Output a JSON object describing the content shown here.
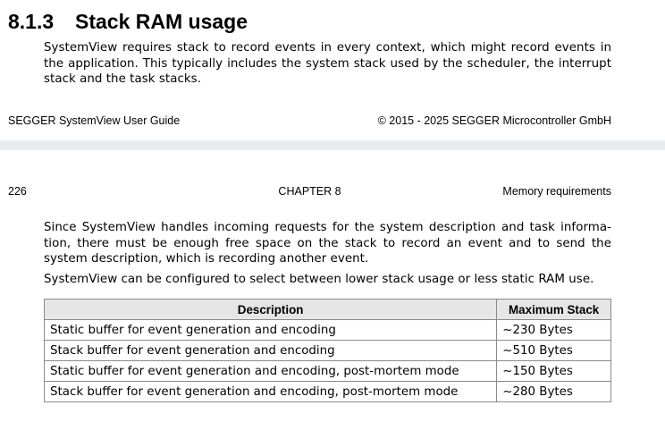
{
  "section": {
    "number": "8.1.3",
    "title": "Stack RAM usage"
  },
  "intro": "SystemView requires stack to record events in every context, which might record events in the application. This typically includes the system stack used by the scheduler, the interrupt stack and the task stacks.",
  "footer": {
    "left": "SEGGER SystemView User Guide",
    "right": "© 2015 - 2025 SEGGER Microcontroller GmbH"
  },
  "page_header": {
    "page_number": "226",
    "chapter": "CHAPTER 8",
    "chapter_title": "Memory requirements"
  },
  "body": {
    "para1": "Since SystemView handles incoming requests for the system description and task informa-tion, there must be enough free space on the stack to record an event and to send the system description, which is recording another event.",
    "para2": "SystemView can be configured to select between lower stack usage or less static RAM use."
  },
  "table": {
    "headers": [
      "Description",
      "Maximum Stack"
    ],
    "rows": [
      [
        "Static buffer for event generation and encoding",
        "~230 Bytes"
      ],
      [
        "Stack buffer for event generation and encoding",
        "~510 Bytes"
      ],
      [
        "Static buffer for event generation and encoding, post-mortem mode",
        "~150 Bytes"
      ],
      [
        "Stack buffer for event generation and encoding, post-mortem mode",
        "~280 Bytes"
      ]
    ]
  }
}
